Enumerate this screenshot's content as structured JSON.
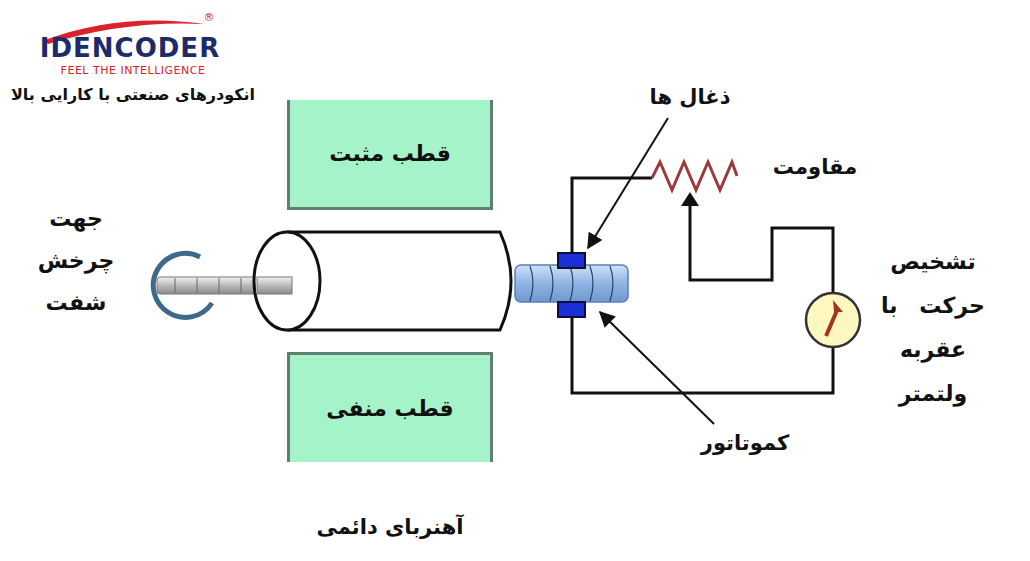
{
  "diagram": {
    "nodes": [
      {
        "text": [
          "قطب مثبت"
        ]
      },
      {
        "text": [
          "قطب منفی"
        ]
      }
    ],
    "labels": [
      "IDENCODER",
      "®",
      "FEEL THE INTELLIGENCE",
      "انکودرهای صنعتی با کارایی بالا",
      "ذغال ها",
      "مقاومت",
      "جهت چرخش شفت",
      "تشخیص حرکت با عقربه ولتمتر",
      "کموتاتور",
      "آهنربای دائمی"
    ]
  }
}
